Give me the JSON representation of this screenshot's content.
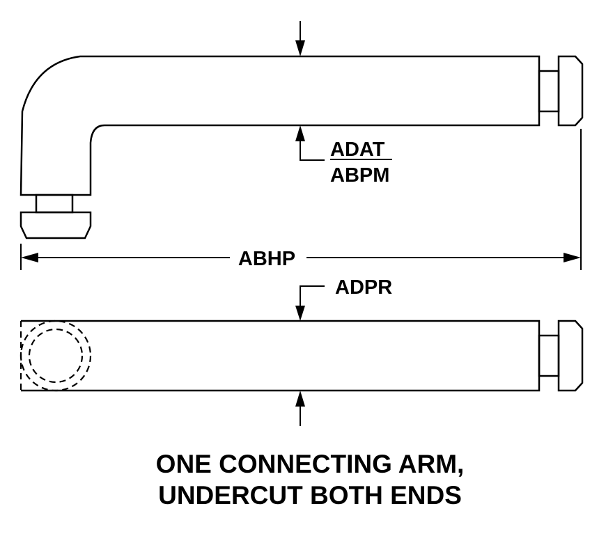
{
  "dimensions": {
    "top_thickness": "ADAT",
    "top_thickness_alt": "ABPM",
    "overall_length": "ABHP",
    "bottom_thickness": "ADPR"
  },
  "caption": {
    "line1": "ONE CONNECTING ARM,",
    "line2": "UNDERCUT BOTH ENDS"
  }
}
